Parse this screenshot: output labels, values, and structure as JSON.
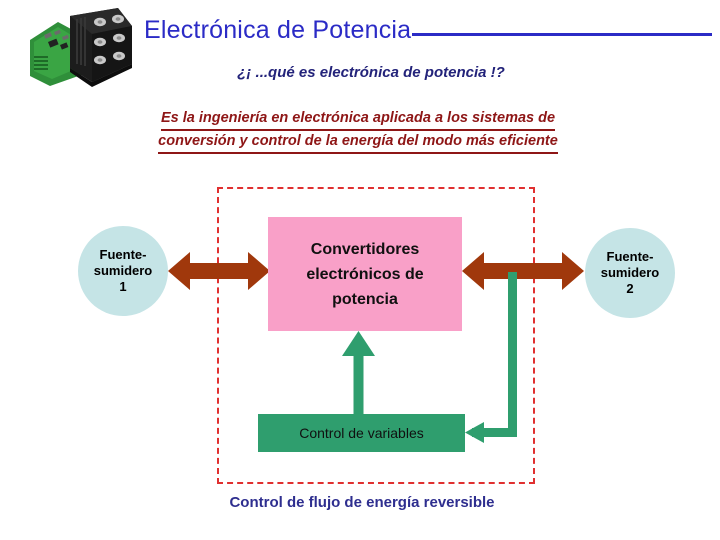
{
  "header": {
    "title": "Electrónica de Potencia",
    "rule_color": "#2b2bc6",
    "photo_alt": "igbt-power-module-photo",
    "question": "¿¡ ...qué es electrónica de potencia !?",
    "definition_line1": "Es la ingeniería en electrónica aplicada a los sistemas de",
    "definition_line2": "conversión y control de la energía del modo más eficiente",
    "definition_color": "#8e1616"
  },
  "diagram": {
    "source_left": "Fuente-\nsumidero\n1",
    "source_left_lines": [
      "Fuente-",
      "sumidero",
      "1"
    ],
    "source_right_lines": [
      "Fuente-",
      "sumidero",
      "2"
    ],
    "converter_lines": [
      "Convertidores",
      "electrónicos de",
      "potencia"
    ],
    "control_label": "Control de variables",
    "colors": {
      "circle_fill": "#c5e4e6",
      "converter_fill": "#f9a0c8",
      "control_fill": "#2f9e6e",
      "power_arrow": "#a0380c",
      "signal_arrow": "#2f9e6e",
      "dashed_border": "#e03030"
    }
  },
  "caption": {
    "text": "Control de flujo de energía reversible",
    "color": "#2e2e8f"
  }
}
